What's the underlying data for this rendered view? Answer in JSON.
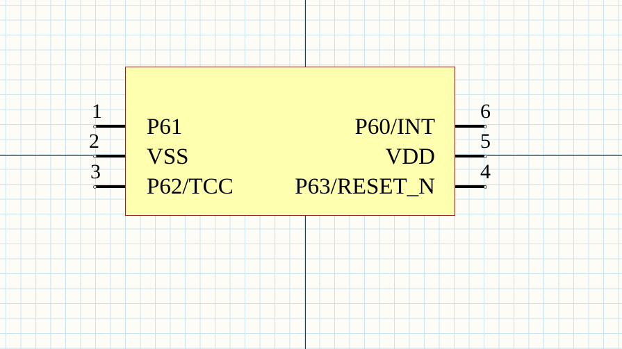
{
  "component": {
    "left_pins": [
      {
        "number": "1",
        "name": "P61"
      },
      {
        "number": "2",
        "name": "VSS"
      },
      {
        "number": "3",
        "name": "P62/TCC"
      }
    ],
    "right_pins": [
      {
        "number": "6",
        "name": "P60/INT"
      },
      {
        "number": "5",
        "name": "VDD"
      },
      {
        "number": "4",
        "name": "P63/RESET_N"
      }
    ]
  },
  "colors": {
    "body_fill": "#ffffb0",
    "body_border": "#8b2a1e",
    "grid": "#c9e3ee",
    "background": "#fdfcf6"
  }
}
